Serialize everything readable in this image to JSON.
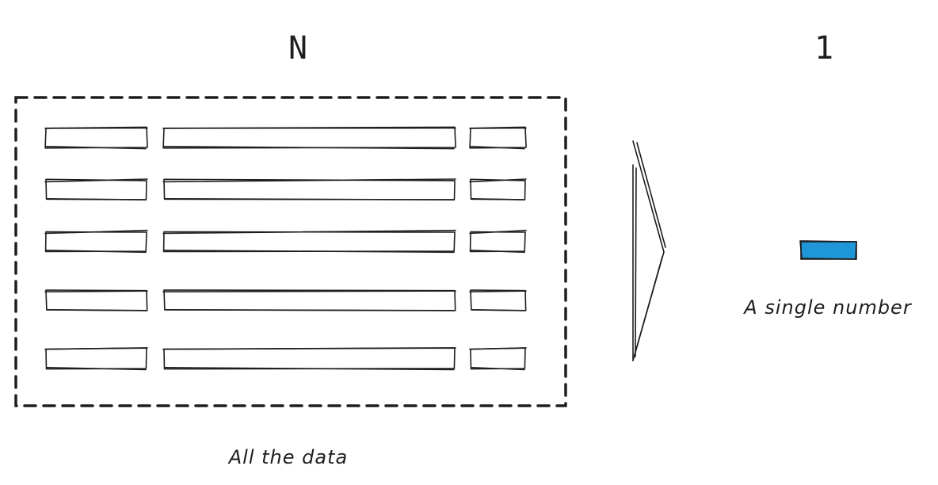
{
  "left_count_label": "N",
  "right_count_label": "1",
  "left_caption": "All the data",
  "right_caption": "A single number",
  "rows": [
    {
      "name": "row-1"
    },
    {
      "name": "row-2"
    },
    {
      "name": "row-3"
    },
    {
      "name": "row-4"
    },
    {
      "name": "row-5"
    }
  ],
  "colors": {
    "ink": "#1e1e1e",
    "accent_fill": "#1e96d8",
    "background": "#ffffff"
  }
}
